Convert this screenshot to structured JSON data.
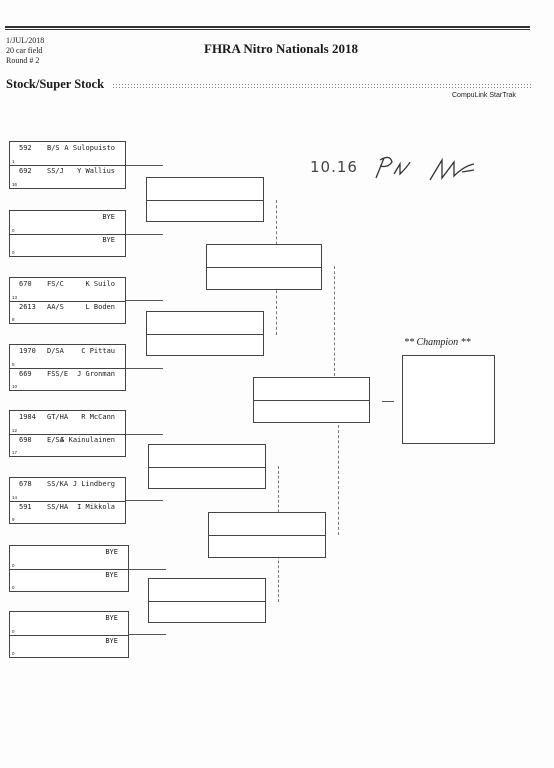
{
  "header": {
    "date": "1/JUL/2018",
    "field": "20 car field",
    "round": "Round # 2",
    "title": "FHRA Nitro Nationals 2018",
    "class_name": "Stock/Super Stock",
    "vendor": "CompuLink StarTrak"
  },
  "annotation": {
    "time": "10.16",
    "signature_text": "PM Mz"
  },
  "champion_label": "** Champion **",
  "pairings": [
    {
      "top": {
        "car": "592",
        "cls": "B/S",
        "driver": "A Sulopuisto",
        "seed": "1"
      },
      "bot": {
        "car": "692",
        "cls": "SS/J",
        "driver": "Y Wallius",
        "seed": "16"
      }
    },
    {
      "top": {
        "bye": "BYE",
        "seed": "0"
      },
      "bot": {
        "bye": "BYE",
        "seed": "0"
      }
    },
    {
      "top": {
        "car": "670",
        "cls": "FS/C",
        "driver": "K Suilo",
        "seed": "13"
      },
      "bot": {
        "car": "2613",
        "cls": "AA/S",
        "driver": "L Boden",
        "seed": "8"
      }
    },
    {
      "top": {
        "car": "1970",
        "cls": "D/SA",
        "driver": "C Pittau",
        "seed": "5"
      },
      "bot": {
        "car": "669",
        "cls": "FSS/E",
        "driver": "J Gronman",
        "seed": "10"
      }
    },
    {
      "top": {
        "car": "1984",
        "cls": "GT/HA",
        "driver": "R McCann",
        "seed": "12"
      },
      "bot": {
        "car": "698",
        "cls": "E/SA",
        "driver": "S Kainulainen",
        "seed": "17"
      }
    },
    {
      "top": {
        "car": "678",
        "cls": "SS/KA",
        "driver": "J Lindberg",
        "seed": "14"
      },
      "bot": {
        "car": "591",
        "cls": "SS/HA",
        "driver": "I Mikkola",
        "seed": "9"
      }
    },
    {
      "top": {
        "bye": "BYE",
        "seed": "0"
      },
      "bot": {
        "bye": "BYE",
        "seed": "0"
      }
    },
    {
      "top": {
        "bye": "BYE",
        "seed": "0"
      },
      "bot": {
        "bye": "BYE",
        "seed": "0"
      }
    }
  ]
}
